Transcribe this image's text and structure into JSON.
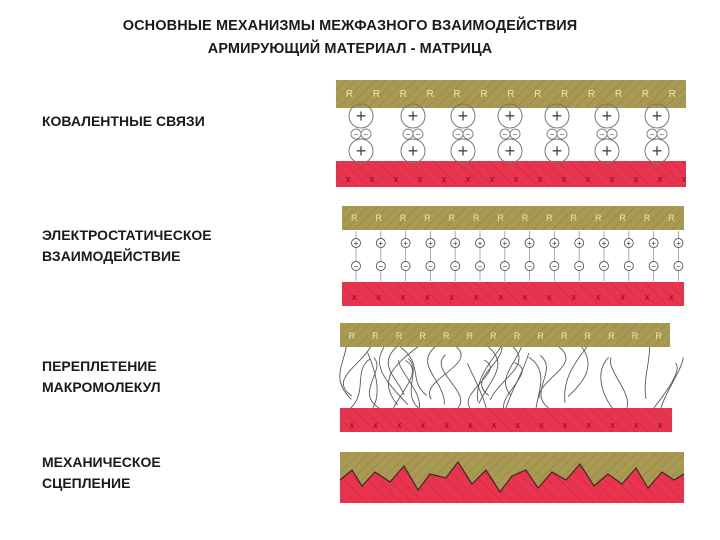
{
  "title": {
    "line1": "ОСНОВНЫЕ МЕХАНИЗМЫ МЕЖФАЗНОГО ВЗАИМОДЕЙСТВИЯ",
    "line2": "АРМИРУЮЩИЙ МАТЕРИАЛ - МАТРИЦА"
  },
  "mechanisms": [
    {
      "label_lines": [
        "КОВАЛЕНТНЫЕ СВЯЗИ"
      ]
    },
    {
      "label_lines": [
        "ЭЛЕКТРОСТАТИЧЕСКОЕ",
        "ВЗАИМОДЕЙСТВИЕ"
      ]
    },
    {
      "label_lines": [
        "ПЕРЕПЛЕТЕНИЕ",
        "МАКРОМОЛЕКУЛ"
      ]
    },
    {
      "label_lines": [
        "МЕХАНИЧЕСКОЕ",
        "СЦЕПЛЕНИЕ"
      ]
    }
  ],
  "markers": {
    "reinforcement": "R",
    "matrix": "X",
    "plus": "+",
    "minus": "−"
  },
  "colors": {
    "reinforcement_layer": "#a89a52",
    "matrix_layer": "#e8344f",
    "outline": "#555555"
  }
}
